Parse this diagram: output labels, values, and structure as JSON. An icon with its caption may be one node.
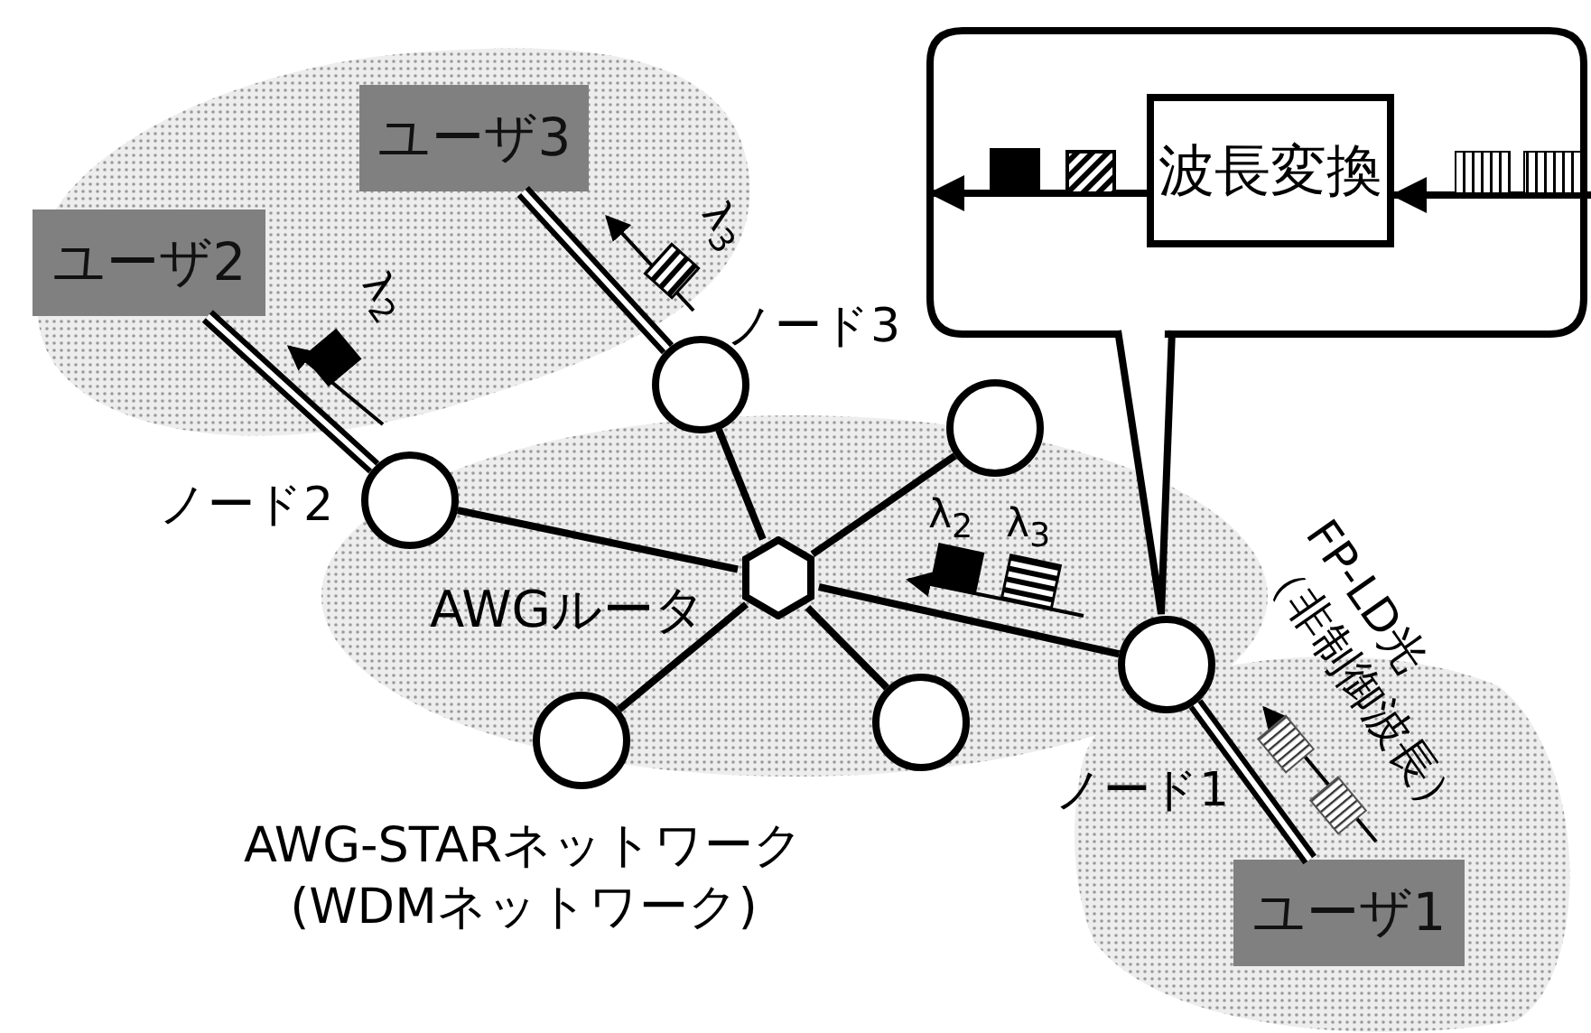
{
  "diagram": {
    "nodes": [
      {
        "text": [],
        "shape": "callout"
      },
      {
        "text": [
          "波長変換"
        ],
        "in": 0
      },
      {
        "text": [
          "ユーザ3"
        ]
      },
      {
        "text": [
          "ユーザ2"
        ]
      },
      {
        "text": [],
        "shape": "circle",
        "beside": [
          "ノード3"
        ]
      },
      {
        "text": [],
        "shape": "circle"
      },
      {
        "text": [],
        "shape": "circle",
        "beside": [
          "ノード2"
        ]
      },
      {
        "text": [],
        "shape": "hexagon"
      },
      {
        "text": [],
        "shape": "circle",
        "beside": [
          "ノード1"
        ]
      },
      {
        "text": [],
        "shape": "circle"
      },
      {
        "text": [],
        "shape": "circle"
      },
      {
        "text": [
          "ユーザ1"
        ]
      }
    ],
    "edges": [
      {
        "from": 7,
        "to": 4,
        "arrow": "none"
      },
      {
        "from": 7,
        "to": 5,
        "arrow": "none"
      },
      {
        "from": 7,
        "to": 6,
        "arrow": "none"
      },
      {
        "from": 7,
        "to": 8,
        "arrow": "none"
      },
      {
        "from": 7,
        "to": 9,
        "arrow": "none"
      },
      {
        "from": 7,
        "to": 10,
        "arrow": "none"
      },
      {
        "from": 4,
        "to": 2,
        "arrow": "none",
        "style": "thick"
      },
      {
        "from": 6,
        "to": 3,
        "arrow": "none",
        "style": "thick"
      },
      {
        "from": 8,
        "to": 11,
        "arrow": "none",
        "style": "thick"
      },
      {
        "from": 1,
        "to": null,
        "arrow": "to"
      },
      {
        "from": null,
        "to": 1,
        "arrow": "to"
      }
    ],
    "labels": [
      "λ$_{3}$",
      "λ$_{2}$",
      "λ$_{2}$",
      "λ$_{3}$",
      "FP-LD光（非制御波長）",
      "AWGルータ",
      "AWG-STARネットワーク(WDMネットワーク)"
    ]
  }
}
